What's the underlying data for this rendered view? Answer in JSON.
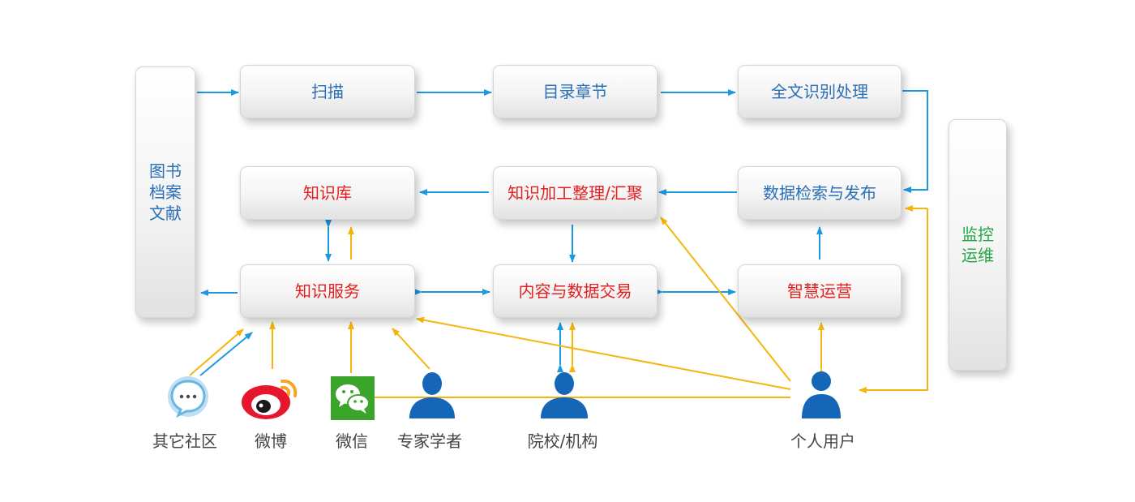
{
  "left_column": {
    "line1": "图书",
    "line2": "档案",
    "line3": "文献"
  },
  "right_column": {
    "line1": "监控",
    "line2": "运维"
  },
  "row1": {
    "scan": "扫描",
    "catalog": "目录章节",
    "ocr": "全文识别处理"
  },
  "row2": {
    "knowledge_base": "知识库",
    "processing": "知识加工整理/汇聚",
    "search_publish": "数据检索与发布"
  },
  "row3": {
    "knowledge_service": "知识服务",
    "trade": "内容与数据交易",
    "operation": "智慧运营"
  },
  "users": {
    "other_community": "其它社区",
    "weibo": "微博",
    "wechat": "微信",
    "experts": "专家学者",
    "institutions": "院校/机构",
    "individual": "个人用户"
  },
  "colors": {
    "arrow_blue": "#1c9ae0",
    "arrow_yellow": "#f5b50f",
    "text_blue": "#2a6fb7",
    "text_red": "#e41e1e",
    "text_green": "#22a845",
    "user_icon_blue": "#1566b7"
  },
  "icons": [
    "chat-bubble-icon",
    "weibo-icon",
    "wechat-icon",
    "person-icon"
  ]
}
